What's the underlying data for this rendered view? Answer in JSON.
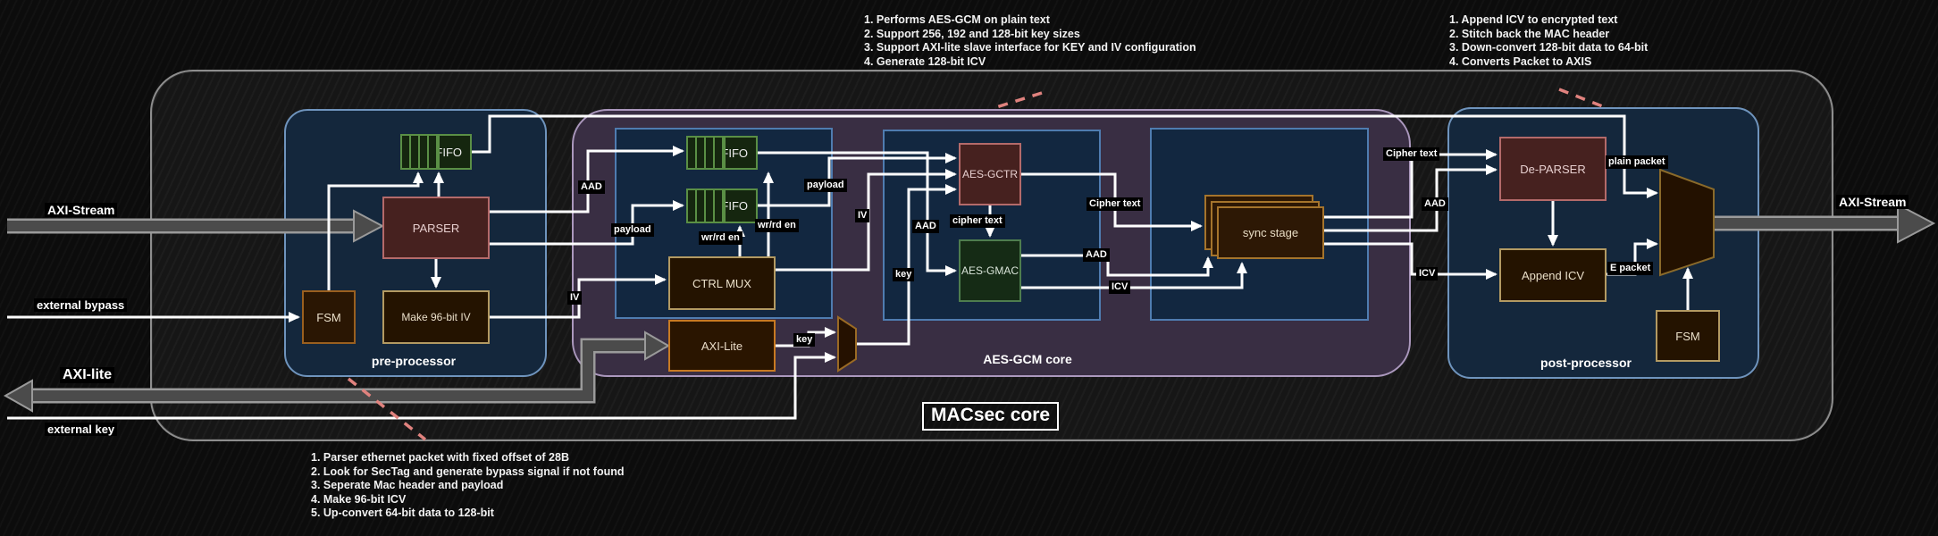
{
  "diagram_title": "MACsec core",
  "annotations": {
    "aes_gcm_notes": [
      "1. Performs AES-GCM on plain text",
      "2. Support 256, 192 and 128-bit key sizes",
      "3. Support AXI-lite slave interface for KEY and IV configuration",
      "4. Generate 128-bit ICV"
    ],
    "post_processor_notes": [
      "1. Append ICV to encrypted text",
      "2. Stitch back the MAC header",
      "3. Down-convert 128-bit data to 64-bit",
      "4. Converts Packet to AXIS"
    ],
    "pre_processor_notes": [
      "1. Parser ethernet packet with fixed offset of 28B",
      "2. Look for SecTag and generate bypass signal if not found",
      "3. Seperate Mac header and payload",
      "4. Make 96-bit ICV",
      "5. Up-convert 64-bit data to 128-bit"
    ]
  },
  "external_ports": {
    "axi_stream_in": "AXI-Stream",
    "external_bypass": "external bypass",
    "axi_lite": "AXI-lite",
    "external_key": "external key",
    "axi_stream_out": "AXI-Stream"
  },
  "containers": {
    "pre_processor": {
      "label": "pre-processor",
      "blocks": {
        "fifo": "FIFO",
        "parser": "PARSER",
        "fsm": "FSM",
        "make_iv": "Make 96-bit IV"
      }
    },
    "aes_gcm_core": {
      "label": "AES-GCM core",
      "blocks": {
        "fifo_aad": "FIFO",
        "fifo_payload": "FIFO",
        "ctrl_mux": "CTRL MUX",
        "axi_lite": "AXI-Lite",
        "aes_gctr": "AES-GCTR",
        "aes_gmac": "AES-GMAC",
        "sync_stage": "sync stage"
      }
    },
    "post_processor": {
      "label": "post-processor",
      "blocks": {
        "de_parser": "De-PARSER",
        "append_icv": "Append ICV",
        "fsm": "FSM"
      }
    }
  },
  "signals": {
    "aad": "AAD",
    "payload": "payload",
    "iv": "IV",
    "key": "key",
    "wr_rd_en": "wr/rd en",
    "cipher_text_lc": "cipher text",
    "cipher_text": "Cipher text",
    "icv": "ICV",
    "plain_packet": "plain packet",
    "e_packet": "E packet"
  },
  "colors": {
    "container_border": "#8d8d8d",
    "navy_fill": "#14273c",
    "navy_border": "#6f94bd",
    "purple_fill": "#392e43",
    "purple_border": "#ab98bd",
    "bluebox_border": "#4f7cb0",
    "maroon_fill": "#46211f",
    "maroon_border": "#b46a6a",
    "fifo_green": "#5a8f45",
    "gmac_green": "#4e7d4e",
    "brown_fill": "#241300",
    "tan_border": "#b39a62",
    "orange_border": "#c87a22",
    "wire": "#ffffff",
    "bus_gray": "#4b4b4b",
    "leader_dash_pink": "#e0827e"
  }
}
